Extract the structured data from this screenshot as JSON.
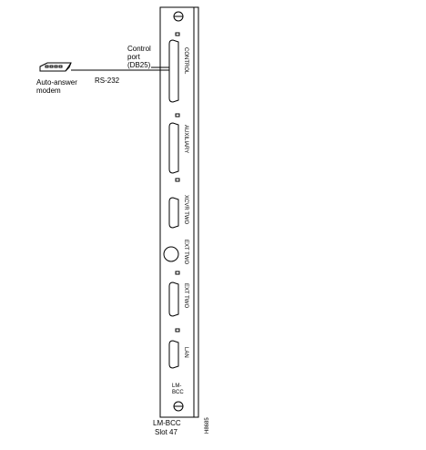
{
  "modem": {
    "label_line1": "Auto-answer",
    "label_line2": "modem"
  },
  "cable": {
    "label": "RS-232"
  },
  "control_callout": {
    "line1": "Control",
    "line2": "port",
    "line3": "(DB25)"
  },
  "ports": [
    {
      "label": "CONTROL"
    },
    {
      "label": "AUXILIARY"
    },
    {
      "label": "XCVR TWO"
    },
    {
      "label": "EXT TWO"
    },
    {
      "label": "EXT TWO"
    },
    {
      "label": "LAN"
    }
  ],
  "panel": {
    "bottom_label_line1": "LM-",
    "bottom_label_line2": "BCC"
  },
  "caption": {
    "line1": "LM-BCC",
    "line2": "Slot 47"
  },
  "figure_id": "H8685"
}
